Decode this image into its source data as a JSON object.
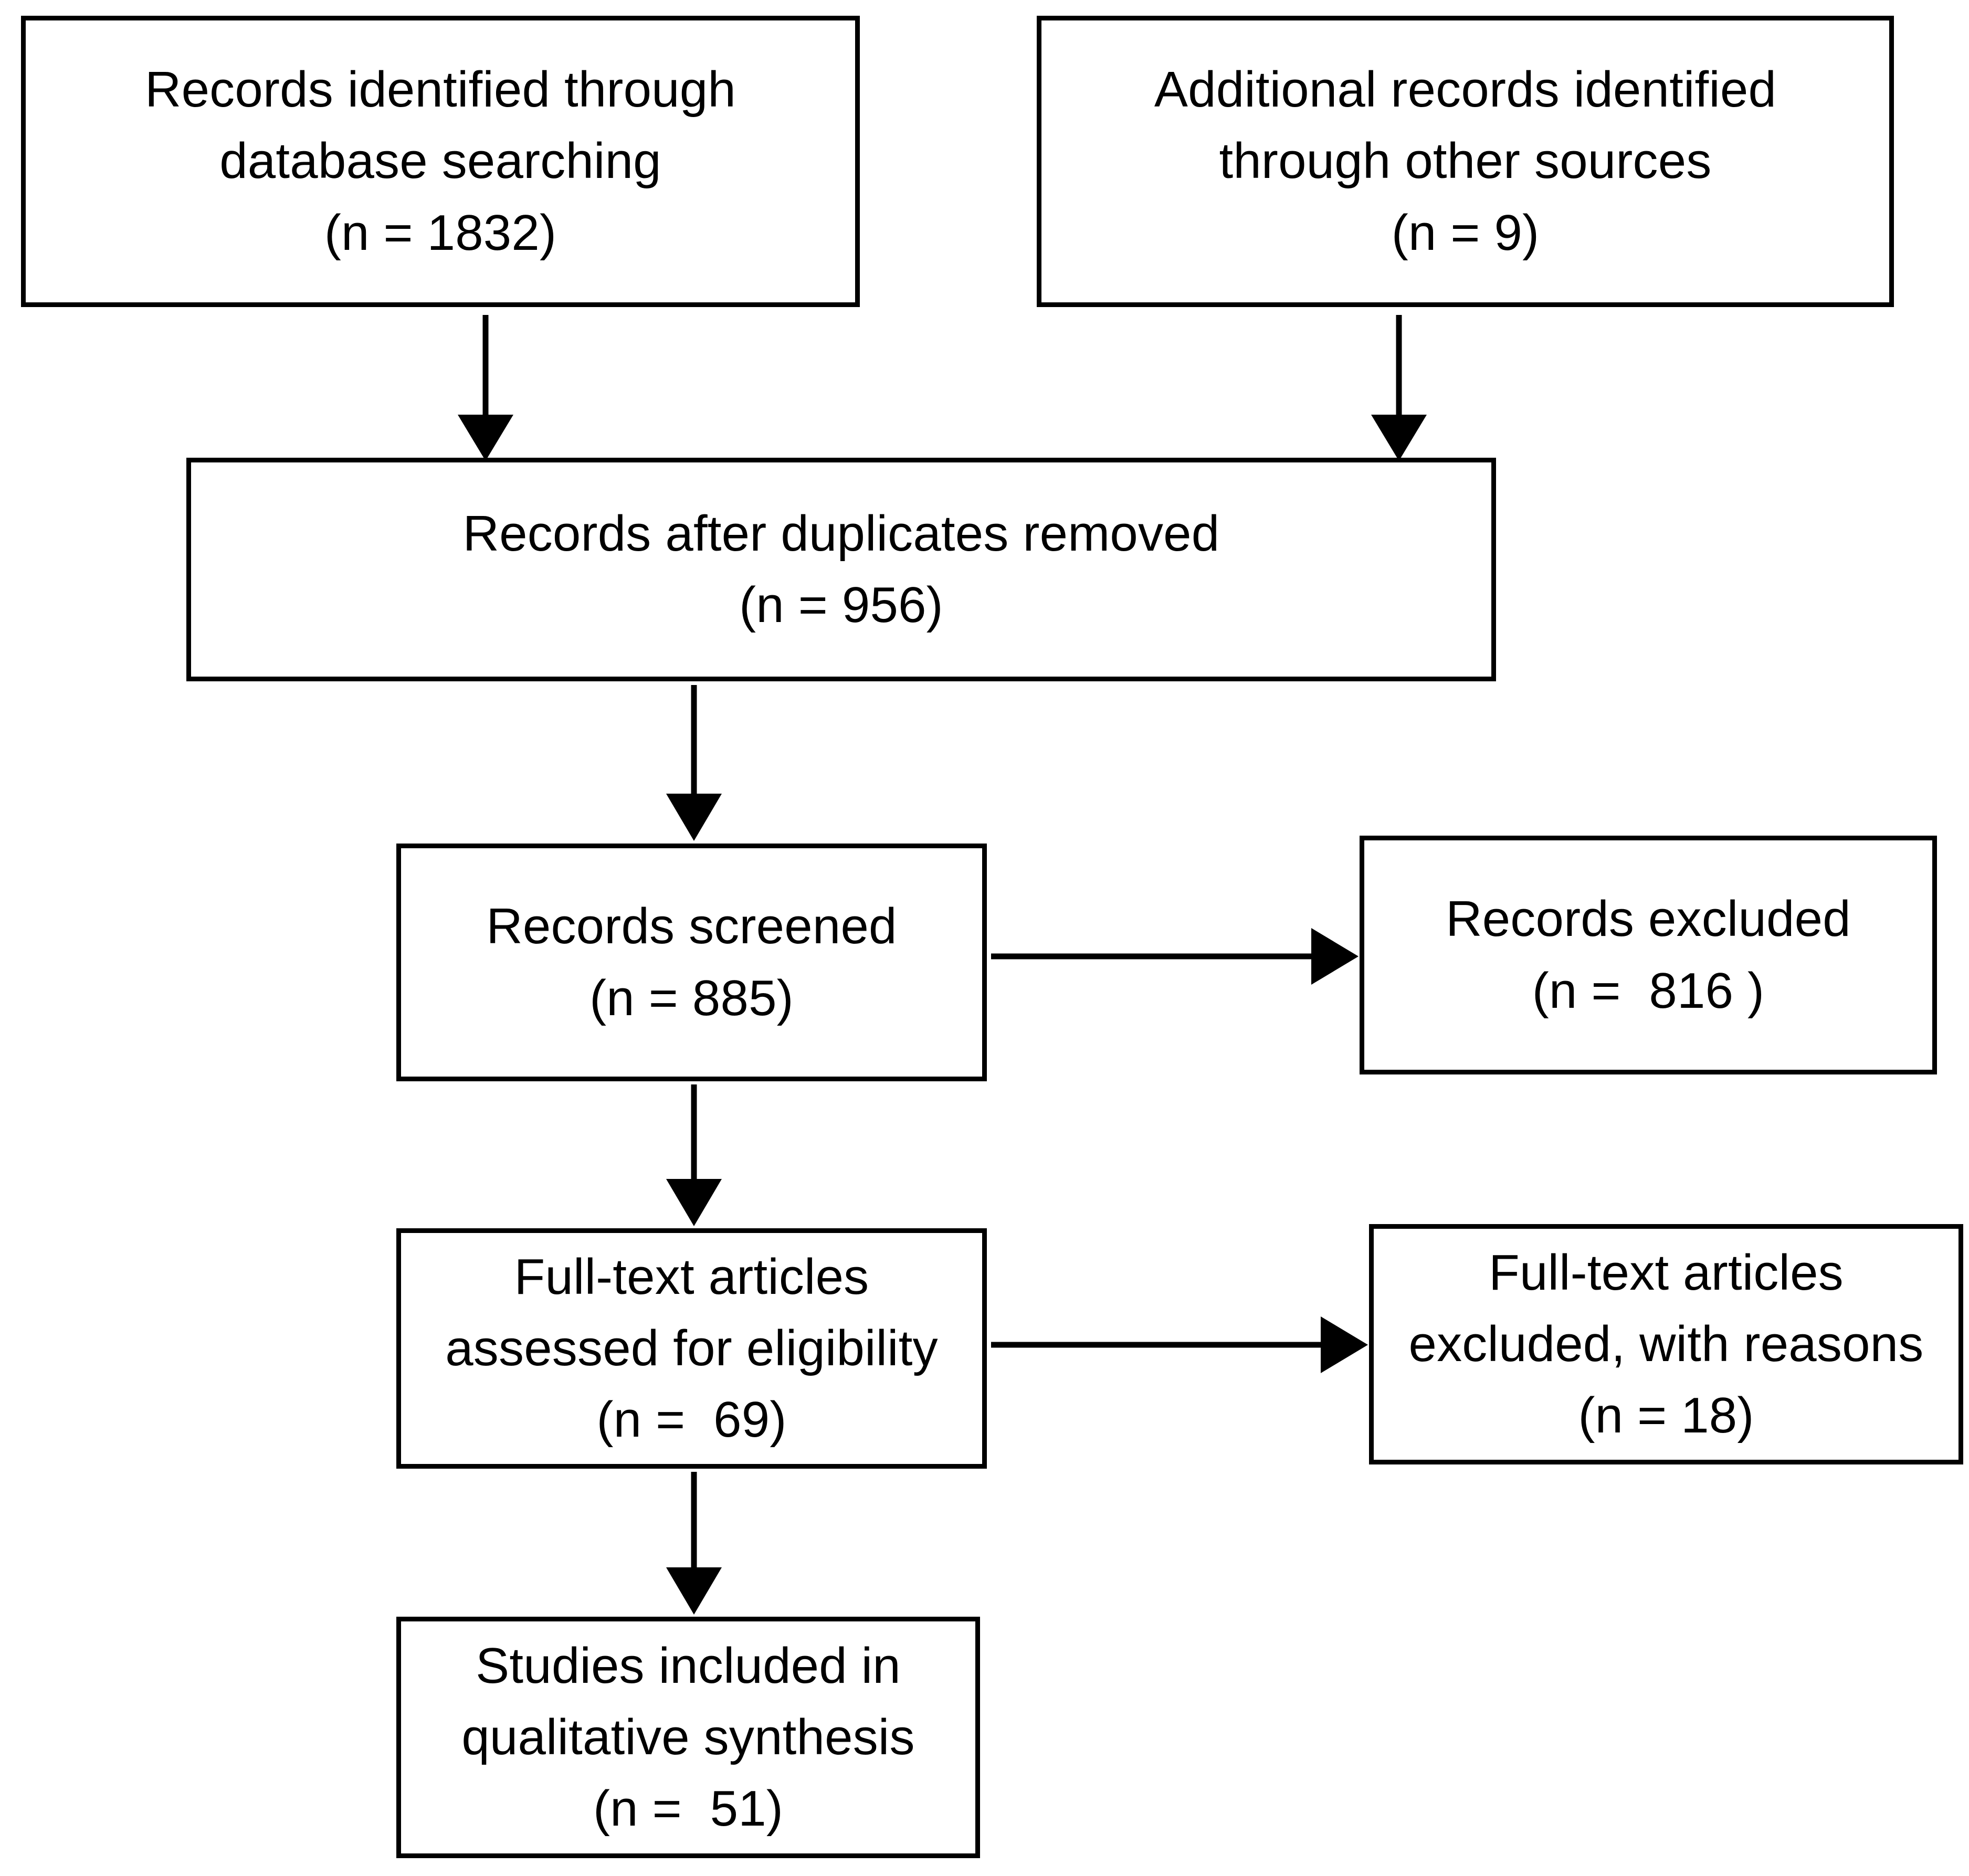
{
  "diagram": {
    "title": "PRISMA study selection flow diagram",
    "type": "flowchart",
    "colors": {
      "background": "#ffffff",
      "border": "#000000",
      "text": "#000000",
      "connector": "#000000"
    },
    "nodes": {
      "identified": {
        "id": "records-identified-through-database-searching",
        "line1": "Records identified through",
        "line2": "database searching",
        "count_line": "(n = 1832)",
        "n": 1832
      },
      "additional": {
        "id": "additional-records-identified-through-other-sources",
        "line1": "Additional records identified",
        "line2": "through other sources",
        "count_line": "(n = 9)",
        "n": 9
      },
      "dedup": {
        "id": "records-after-duplicates-removed",
        "line1": "Records after duplicates removed",
        "count_line": "(n = 956)",
        "n": 956
      },
      "screened": {
        "id": "records-screened",
        "line1": "Records screened",
        "count_line": "(n = 885)",
        "n": 885
      },
      "excluded": {
        "id": "records-excluded",
        "line1": "Records excluded",
        "count_line": "(n =  816 )",
        "n": 816
      },
      "fulltext": {
        "id": "full-text-articles-assessed-for-eligibility",
        "line1": "Full-text articles",
        "line2": "assessed for eligibility",
        "count_line": "(n =  69)",
        "n": 69
      },
      "fulltext_excluded": {
        "id": "full-text-articles-excluded-with-reasons",
        "line1": "Full-text articles",
        "line2": "excluded, with reasons",
        "count_line": "(n = 18)",
        "n": 18
      },
      "included": {
        "id": "studies-included-in-qualitative-synthesis",
        "line1": "Studies included in",
        "line2": "qualitative synthesis",
        "count_line": "(n =  51)",
        "n": 51
      }
    },
    "edges": [
      {
        "from": "identified",
        "to": "dedup",
        "direction": "down"
      },
      {
        "from": "additional",
        "to": "dedup",
        "direction": "down"
      },
      {
        "from": "dedup",
        "to": "screened",
        "direction": "down"
      },
      {
        "from": "screened",
        "to": "excluded",
        "direction": "right"
      },
      {
        "from": "screened",
        "to": "fulltext",
        "direction": "down"
      },
      {
        "from": "fulltext",
        "to": "fulltext_excluded",
        "direction": "right"
      },
      {
        "from": "fulltext",
        "to": "included",
        "direction": "down"
      }
    ]
  }
}
